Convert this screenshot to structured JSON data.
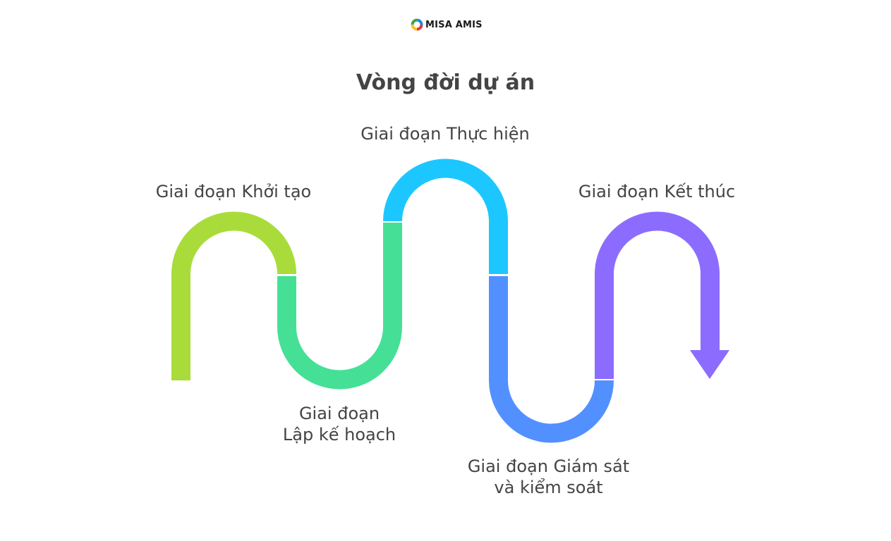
{
  "brand": {
    "logo_text": "MISA AMIS",
    "logo_icon": "misa-ring-logo-icon"
  },
  "diagram": {
    "title": "Vòng đời dự án",
    "stages": [
      {
        "lines": [
          "Giai đoạn Khởi tạo"
        ],
        "color": "#A9DC3A"
      },
      {
        "lines": [
          "Giai đoạn",
          "Lập kế hoạch"
        ],
        "color": "#45E095"
      },
      {
        "lines": [
          "Giai đoạn Thực hiện"
        ],
        "color": "#1CC7FF"
      },
      {
        "lines": [
          "Giai đoạn Giám sát",
          "và kiểm soát"
        ],
        "color": "#5290FF"
      },
      {
        "lines": [
          "Giai đoạn Kết thúc"
        ],
        "color": "#8C6CFF"
      }
    ],
    "end_marker": "arrow-down-icon"
  }
}
